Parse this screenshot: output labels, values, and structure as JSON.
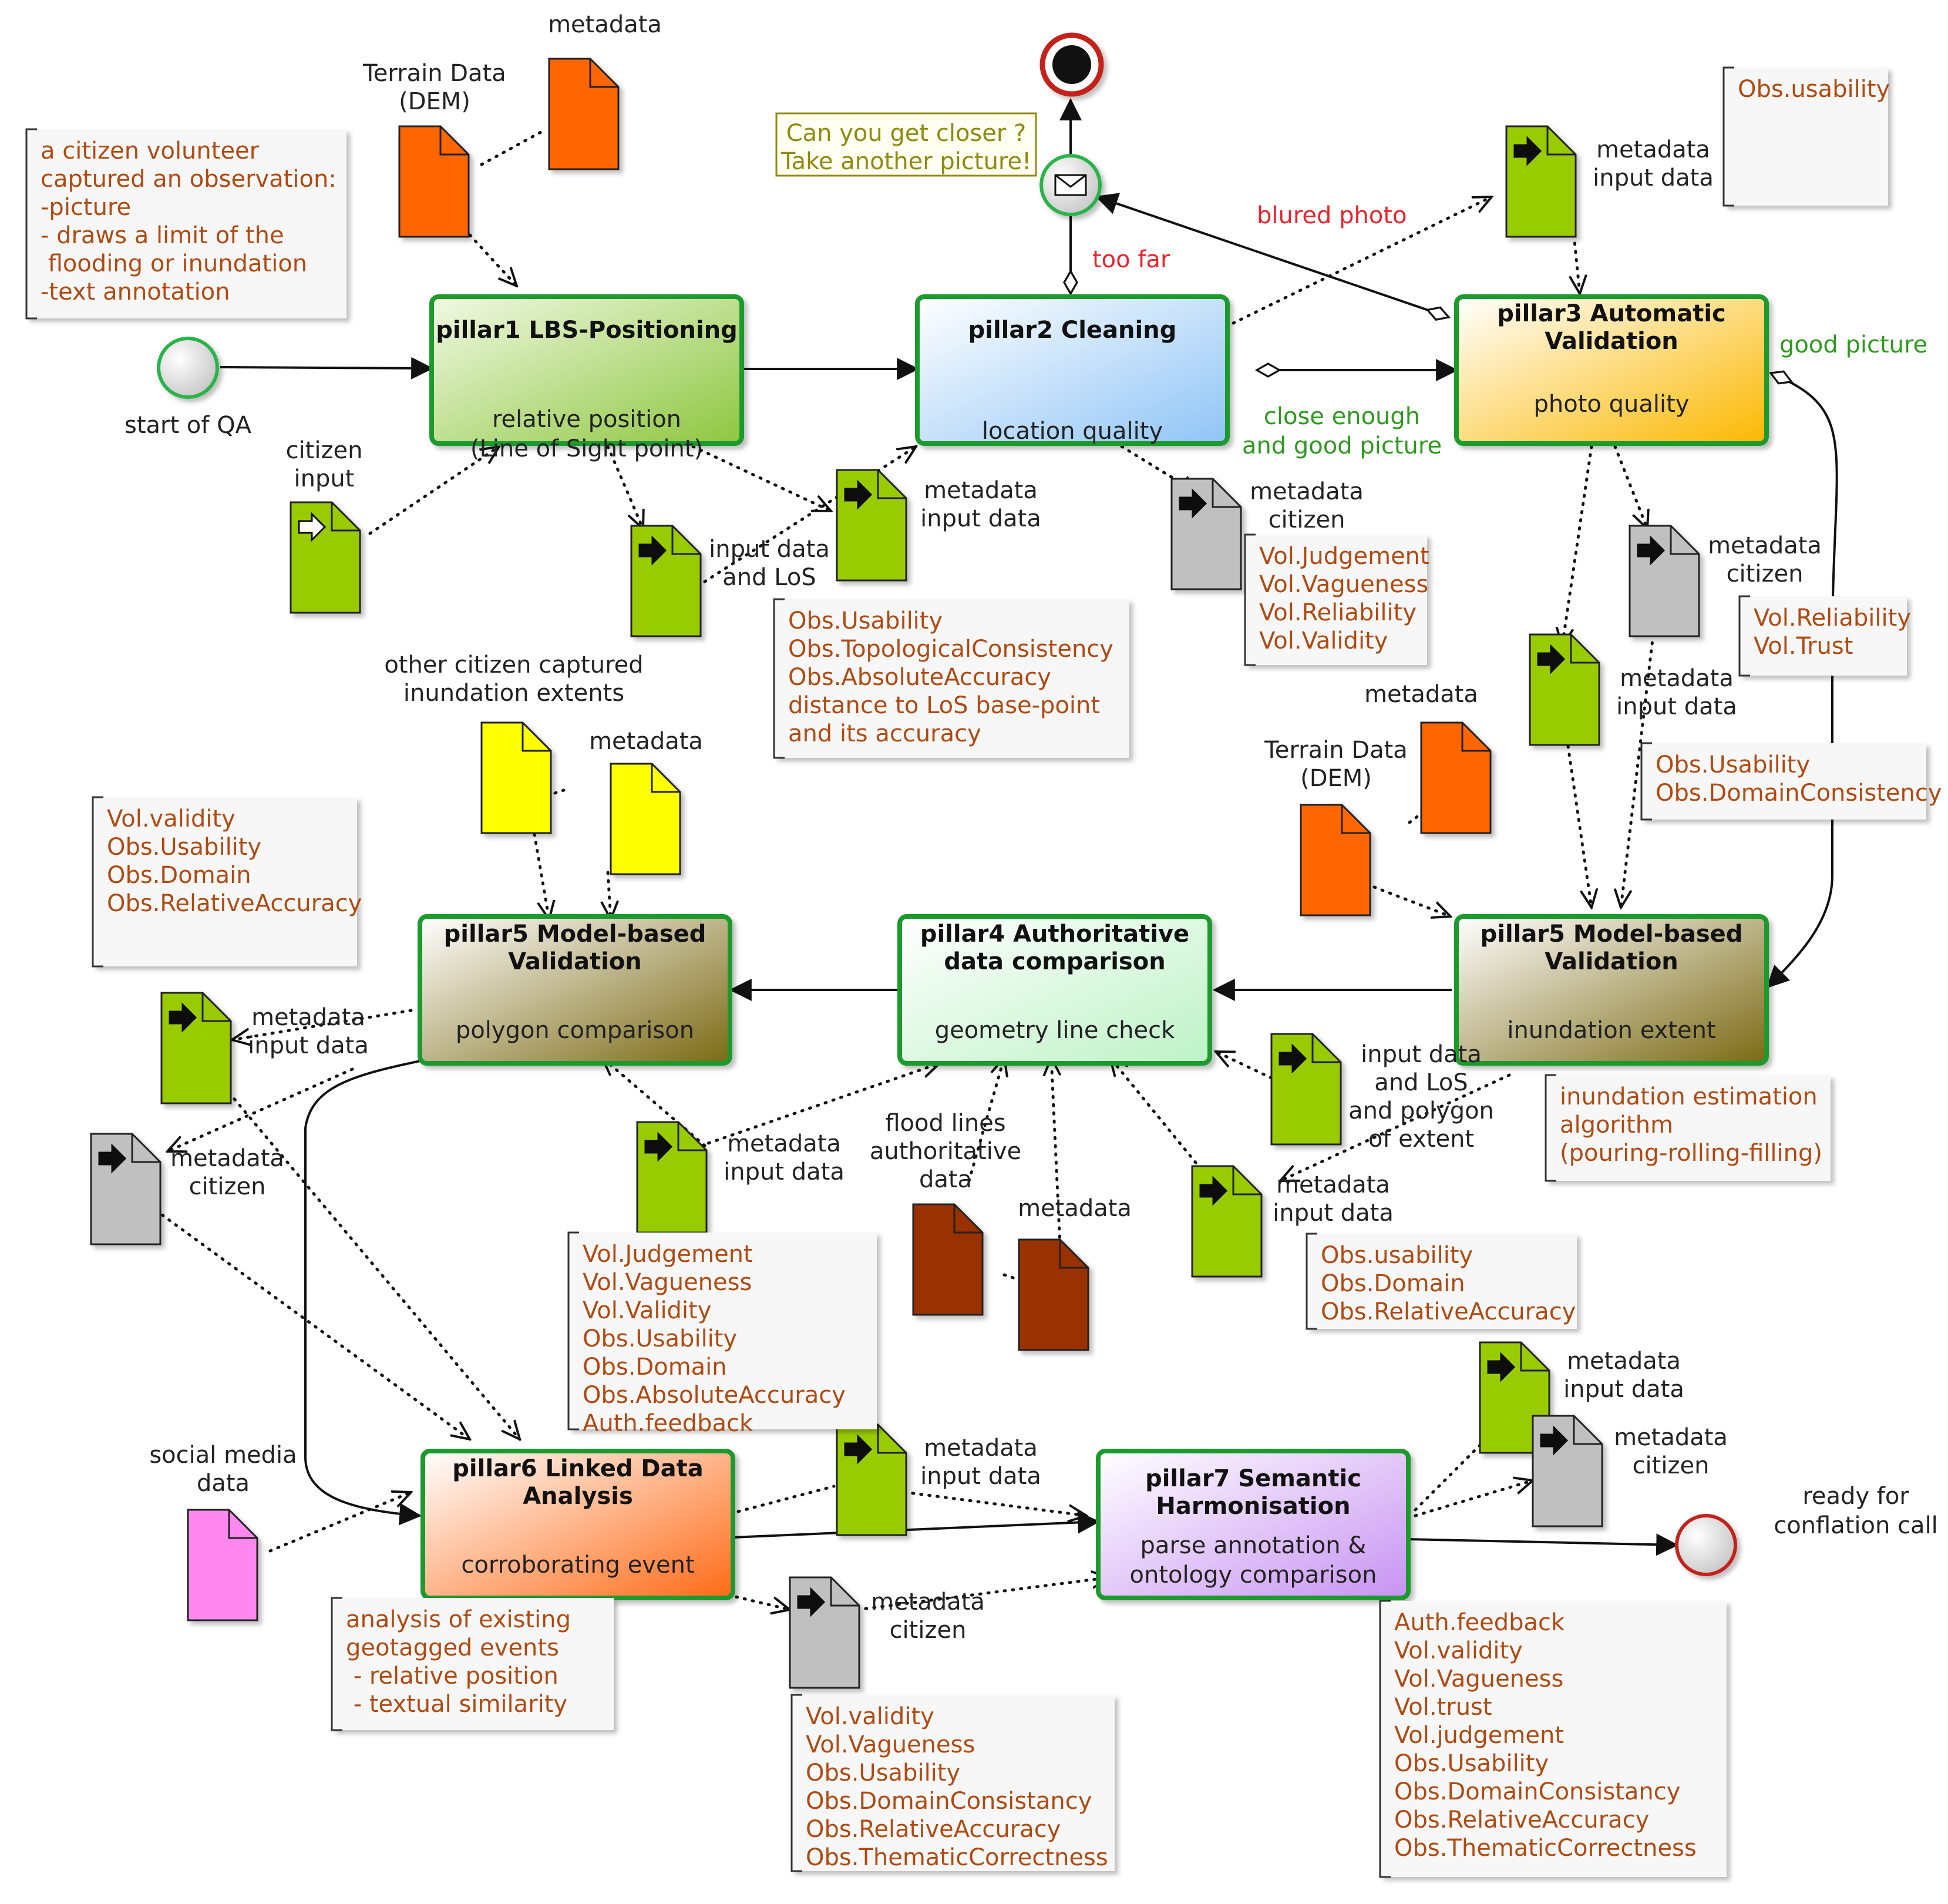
{
  "start_event": "start of QA",
  "end_event": "ready for conflation call",
  "prompt_note": [
    "Can you get closer ?",
    "Take another picture!"
  ],
  "pillars": {
    "p1": {
      "title": [
        "pillar1 LBS-Positioning"
      ],
      "sub": [
        "relative position",
        "(Line of Sight point)"
      ]
    },
    "p2": {
      "title": [
        "pillar2 Cleaning"
      ],
      "sub": [
        "location quality"
      ]
    },
    "p3": {
      "title": [
        "pillar3 Automatic",
        "Validation"
      ],
      "sub": [
        "photo quality"
      ]
    },
    "p5r": {
      "title": [
        "pillar5 Model-based",
        "Validation"
      ],
      "sub": [
        "inundation extent"
      ]
    },
    "p4": {
      "title": [
        "pillar4 Authoritative",
        "data comparison"
      ],
      "sub": [
        "geometry line check"
      ]
    },
    "p5l": {
      "title": [
        "pillar5 Model-based",
        "Validation"
      ],
      "sub": [
        "polygon comparison"
      ]
    },
    "p6": {
      "title": [
        "pillar6 Linked Data",
        "Analysis"
      ],
      "sub": [
        "corroborating event"
      ]
    },
    "p7": {
      "title": [
        "pillar7 Semantic",
        "Harmonisation"
      ],
      "sub": [
        "parse annotation &",
        "ontology comparison"
      ]
    }
  },
  "flow_labels": {
    "too_far": "too far",
    "blured_photo": "blured photo",
    "close_enough": [
      "close enough",
      "and good picture"
    ],
    "good_picture": "good picture"
  },
  "doc_labels": {
    "metadata_top": "metadata",
    "terrain_top": [
      "Terrain Data",
      "(DEM)"
    ],
    "citizen_input": [
      "citizen",
      "input"
    ],
    "input_los": [
      "input data",
      "and LoS"
    ],
    "md_input_1": [
      "metadata",
      "input data"
    ],
    "md_citizen_2": [
      "metadata",
      "citizen"
    ],
    "md_input_3": [
      "metadata",
      "input data"
    ],
    "md_citizen_3": [
      "metadata",
      "citizen"
    ],
    "md_input_3b": [
      "metadata",
      "input data"
    ],
    "metadata_r": "metadata",
    "terrain_r": [
      "Terrain Data",
      "(DEM)"
    ],
    "other_citizen": [
      "other citizen captured",
      "inundation extents"
    ],
    "metadata_y": "metadata",
    "md_input_l": [
      "metadata",
      "input data"
    ],
    "md_citizen_l": [
      "metadata",
      "citizen"
    ],
    "md_input_p4": [
      "metadata",
      "input data"
    ],
    "flood_lines": [
      "flood lines",
      "authoritative",
      "data"
    ],
    "metadata_b": "metadata",
    "input_los_poly": [
      "input data",
      "and LoS",
      "and polygon",
      "of extent"
    ],
    "md_input_p4r": [
      "metadata",
      "input data"
    ],
    "social_media": [
      "social media",
      "data"
    ],
    "md_input_p6": [
      "metadata",
      "input data"
    ],
    "md_citizen_p6": [
      "metadata",
      "citizen"
    ],
    "md_input_p7": [
      "metadata",
      "input data"
    ],
    "md_citizen_p7": [
      "metadata",
      "citizen"
    ]
  },
  "annotations": {
    "a_intro": [
      "a citizen volunteer",
      "captured an observation:",
      "-picture",
      "- draws a limit of the",
      " flooding or inundation",
      "-text annotation"
    ],
    "a_p3": [
      "Obs.usability"
    ],
    "a_p1": [
      "Obs.Usability",
      "Obs.TopologicalConsistency",
      "Obs.AbsoluteAccuracy",
      "distance to LoS base-point",
      "and its accuracy"
    ],
    "a_p2": [
      "Vol.Judgement",
      "Vol.Vagueness",
      "Vol.Reliability",
      "Vol.Validity"
    ],
    "a_p3b": [
      "Vol.Reliability",
      "Vol.Trust"
    ],
    "a_p3c": [
      "Obs.Usability",
      "Obs.DomainConsistency"
    ],
    "a_p5l": [
      "Vol.validity",
      "",
      "Obs.Usability",
      "Obs.Domain",
      "Obs.RelativeAccuracy"
    ],
    "a_p5r": [
      "inundation estimation",
      "algorithm",
      "(pouring-rolling-filling)"
    ],
    "a_p4l": [
      "Vol.Judgement",
      "Vol.Vagueness",
      "Vol.Validity",
      "Obs.Usability",
      "Obs.Domain",
      "Obs.AbsoluteAccuracy",
      "Auth.feedback"
    ],
    "a_p4r": [
      "Obs.usability",
      "Obs.Domain",
      "Obs.RelativeAccuracy"
    ],
    "a_p6": [
      "analysis of existing",
      "geotagged events",
      " - relative position",
      " - textual similarity"
    ],
    "a_p6b": [
      "Vol.validity",
      "Vol.Vagueness",
      "Obs.Usability",
      "Obs.DomainConsistancy",
      "Obs.RelativeAccuracy",
      "Obs.ThematicCorrectness"
    ],
    "a_p7": [
      "Auth.feedback",
      "Vol.validity",
      "Vol.Vagueness",
      "Vol.trust",
      "Vol.judgement",
      "Obs.Usability",
      "Obs.DomainConsistancy",
      "Obs.RelativeAccuracy",
      "Obs.ThematicCorrectness"
    ]
  },
  "colors": {
    "task_border": "#1f9a2e",
    "green_doc": "#99cc00",
    "orange_doc": "#ff6600",
    "grey_doc": "#c0c0c0",
    "yellow_doc": "#ffff00",
    "brown_doc": "#993300",
    "pink_doc": "#ff88ee",
    "annotation_text": "#b04a12"
  }
}
